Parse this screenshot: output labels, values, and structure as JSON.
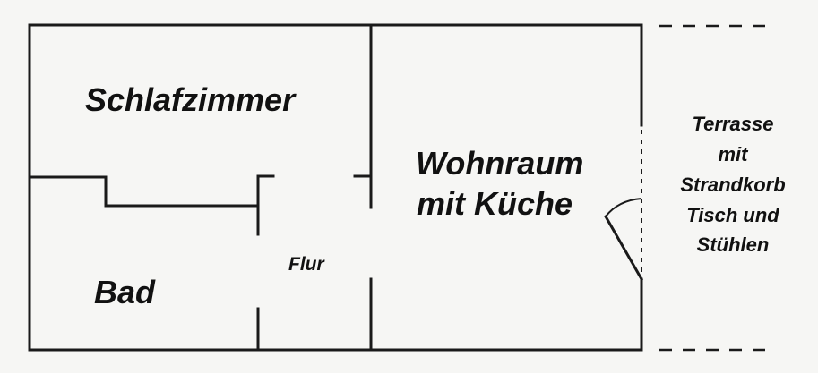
{
  "rooms": {
    "schlafzimmer": "Schlafzimmer",
    "bad": "Bad",
    "flur": "Flur",
    "wohnraum_line1": "Wohnraum",
    "wohnraum_line2": "mit Küche"
  },
  "terrace": {
    "line1": "Terrasse",
    "line2": "mit",
    "line3": "Strandkorb",
    "line4": "Tisch und",
    "line5": "Stühlen"
  }
}
